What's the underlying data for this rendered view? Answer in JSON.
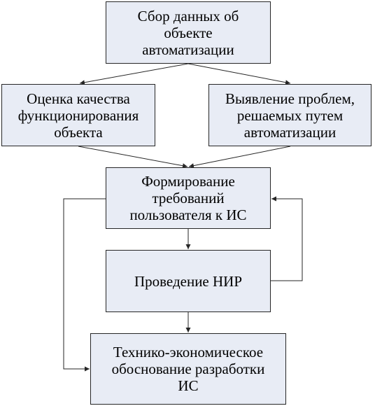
{
  "diagram": {
    "nodes": {
      "collect": "Сбор данных об\nобъекте\nавтоматизации",
      "quality": "Оценка качества\nфункционирования\nобъекта",
      "problems": "Выявление проблем,\nрешаемых путем\nавтоматизации",
      "requirements": "Формирование\nтребований\nпользователя к ИС",
      "research": "Проведение НИР",
      "feasibility": "Технико-экономическое\nобоснование разработки\nИС"
    },
    "colors": {
      "box_fill": "#e8ecf5",
      "box_border": "#262626",
      "arrow": "#262626"
    }
  }
}
